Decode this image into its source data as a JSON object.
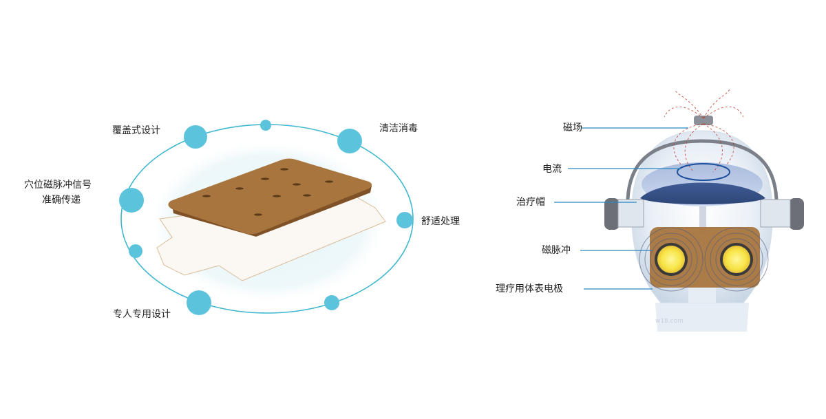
{
  "left_diagram": {
    "labels": {
      "cover_design": "覆盖式设计",
      "clean_disinfect": "清洁消毒",
      "acupoint_line1": "穴位磁脉冲信号",
      "acupoint_line2": "准确传递",
      "comfort": "舒适处理",
      "personal_design": "专人专用设计"
    }
  },
  "right_diagram": {
    "labels": {
      "magnetic_field": "磁场",
      "current": "电流",
      "therapy_cap": "治疗帽",
      "magnetic_pulse": "磁脉冲",
      "electrode": "理疗用体表电极"
    },
    "watermark": "w18.com"
  },
  "colors": {
    "ring": "#3fb8cf",
    "dot": "#5cc3dc",
    "pad": "#a8753e",
    "leader": "#2a86c2",
    "lens": "#f7e445"
  }
}
